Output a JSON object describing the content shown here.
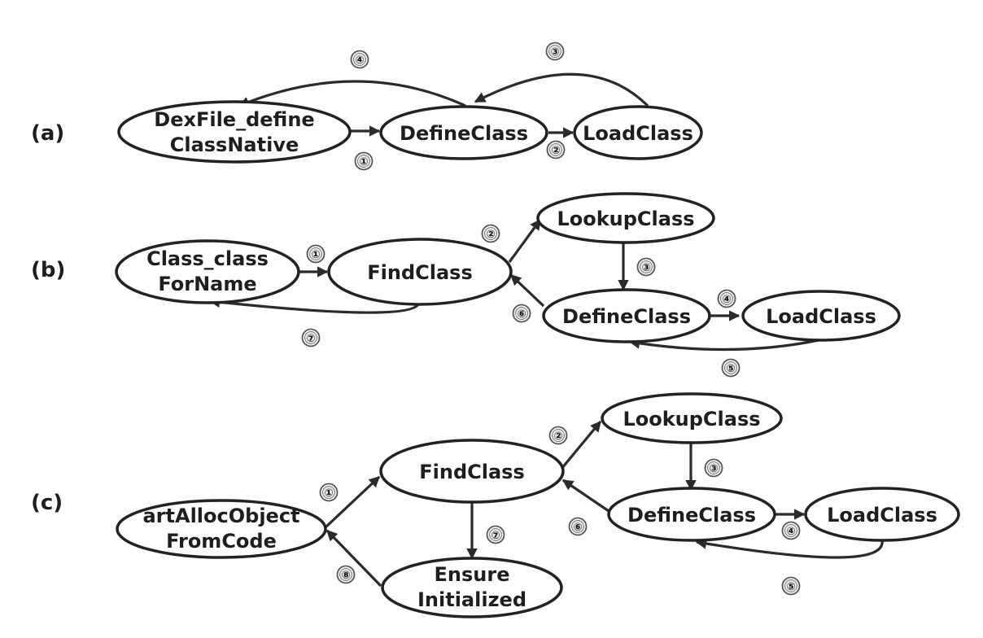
{
  "panels": [
    {
      "label": "(a)",
      "nodes": {
        "dexfile": {
          "lines": [
            "DexFile_define",
            "ClassNative"
          ]
        },
        "define": {
          "lines": [
            "DefineClass"
          ]
        },
        "load": {
          "lines": [
            "LoadClass"
          ]
        }
      },
      "steps": [
        "①",
        "②",
        "③",
        "④"
      ]
    },
    {
      "label": "(b)",
      "nodes": {
        "classfor": {
          "lines": [
            "Class_class",
            "ForName"
          ]
        },
        "find": {
          "lines": [
            "FindClass"
          ]
        },
        "lookup": {
          "lines": [
            "LookupClass"
          ]
        },
        "define": {
          "lines": [
            "DefineClass"
          ]
        },
        "load": {
          "lines": [
            "LoadClass"
          ]
        }
      },
      "steps": [
        "①",
        "②",
        "③",
        "④",
        "⑤",
        "⑥",
        "⑦"
      ]
    },
    {
      "label": "(c)",
      "nodes": {
        "art": {
          "lines": [
            "artAllocObject",
            "FromCode"
          ]
        },
        "find": {
          "lines": [
            "FindClass"
          ]
        },
        "lookup": {
          "lines": [
            "LookupClass"
          ]
        },
        "define": {
          "lines": [
            "DefineClass"
          ]
        },
        "load": {
          "lines": [
            "LoadClass"
          ]
        },
        "ensure": {
          "lines": [
            "Ensure",
            "Initialized"
          ]
        }
      },
      "steps": [
        "①",
        "②",
        "③",
        "④",
        "⑤",
        "⑥",
        "⑦",
        "⑧"
      ]
    }
  ]
}
